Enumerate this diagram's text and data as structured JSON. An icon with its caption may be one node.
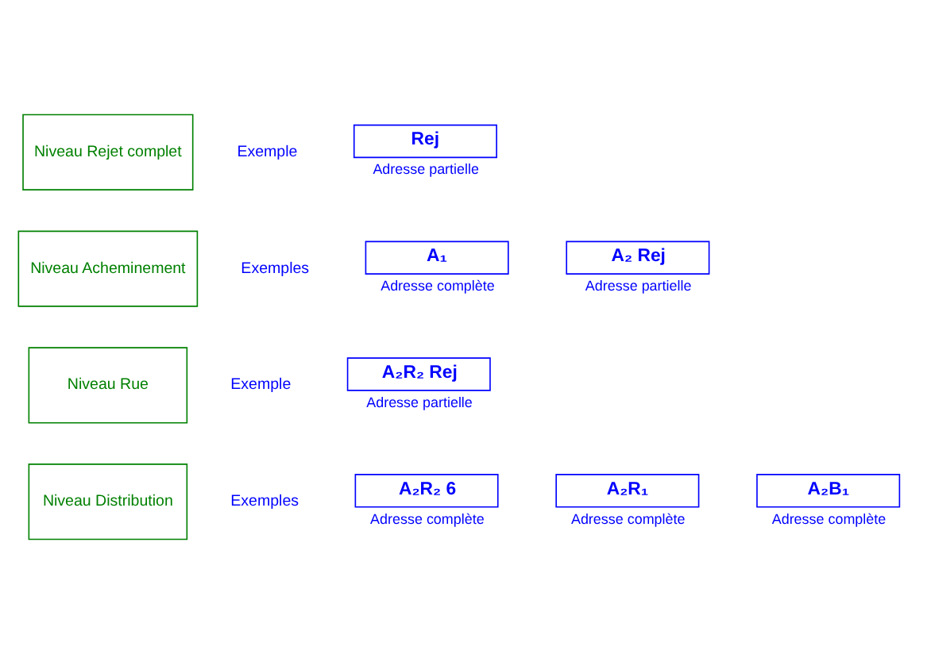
{
  "diagram": {
    "nodes": [
      {
        "text": [
          "Niveau Rejet complet"
        ]
      },
      {
        "text": [
          "Rej"
        ],
        "beside": [
          "Adresse partielle"
        ]
      },
      {
        "text": [
          "Niveau Acheminement"
        ]
      },
      {
        "text": [
          "A₁"
        ],
        "beside": [
          "Adresse complète"
        ]
      },
      {
        "text": [
          "A₂ Rej"
        ],
        "beside": [
          "Adresse partielle"
        ]
      },
      {
        "text": [
          "Niveau Rue"
        ]
      },
      {
        "text": [
          "A₂R₂ Rej"
        ],
        "beside": [
          "Adresse partielle"
        ]
      },
      {
        "text": [
          "Niveau Distribution"
        ]
      },
      {
        "text": [
          "A₂R₂ 6"
        ],
        "beside": [
          "Adresse complète"
        ]
      },
      {
        "text": [
          "A₂R₁"
        ],
        "beside": [
          "Adresse complète"
        ]
      },
      {
        "text": [
          "A₂B₁"
        ],
        "beside": [
          "Adresse complète"
        ]
      }
    ],
    "labels": [
      "Exemple",
      "Exemples",
      "Exemple",
      "Exemples"
    ]
  }
}
